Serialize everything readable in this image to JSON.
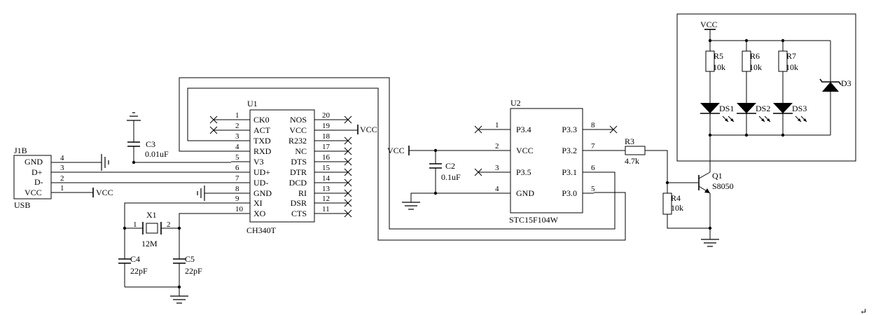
{
  "j1b": {
    "ref": "J1B",
    "name": "USB",
    "pins": [
      {
        "label": "GND",
        "num": "4"
      },
      {
        "label": "D+",
        "num": "3"
      },
      {
        "label": "D-",
        "num": "2"
      },
      {
        "label": "VCC",
        "num": "1"
      }
    ],
    "vcc_net": "VCC"
  },
  "u1": {
    "ref": "U1",
    "part": "CH340T",
    "left_pins": [
      {
        "num": "1",
        "label": "CK0"
      },
      {
        "num": "2",
        "label": "ACT"
      },
      {
        "num": "3",
        "label": "TXD"
      },
      {
        "num": "4",
        "label": "RXD"
      },
      {
        "num": "5",
        "label": "V3"
      },
      {
        "num": "6",
        "label": "UD+"
      },
      {
        "num": "7",
        "label": "UD-"
      },
      {
        "num": "8",
        "label": "GND"
      },
      {
        "num": "9",
        "label": "XI"
      },
      {
        "num": "10",
        "label": "XO"
      }
    ],
    "right_pins": [
      {
        "num": "20",
        "label": "NOS"
      },
      {
        "num": "19",
        "label": "VCC"
      },
      {
        "num": "18",
        "label": "R232"
      },
      {
        "num": "17",
        "label": "NC"
      },
      {
        "num": "16",
        "label": "DTS"
      },
      {
        "num": "15",
        "label": "DTR"
      },
      {
        "num": "14",
        "label": "DCD"
      },
      {
        "num": "13",
        "label": "RI"
      },
      {
        "num": "12",
        "label": "DSR"
      },
      {
        "num": "11",
        "label": "CTS"
      }
    ],
    "vcc_net": "VCC"
  },
  "c3": {
    "ref": "C3",
    "value": "0.01uF"
  },
  "x1": {
    "ref": "X1",
    "value": "12M",
    "pin1": "1",
    "pin2": "2"
  },
  "c4": {
    "ref": "C4",
    "value": "22pF"
  },
  "c5": {
    "ref": "C5",
    "value": "22pF"
  },
  "u2": {
    "ref": "U2",
    "part": "STC15F104W",
    "left_pins": [
      {
        "num": "1",
        "label": "P3.4"
      },
      {
        "num": "2",
        "label": "VCC"
      },
      {
        "num": "3",
        "label": "P3.5"
      },
      {
        "num": "4",
        "label": "GND"
      }
    ],
    "right_pins": [
      {
        "num": "8",
        "label": "P3.3"
      },
      {
        "num": "7",
        "label": "P3.2"
      },
      {
        "num": "6",
        "label": "P3.1"
      },
      {
        "num": "5",
        "label": "P3.0"
      }
    ],
    "vcc_net": "VCC"
  },
  "c2": {
    "ref": "C2",
    "value": "0.1uF"
  },
  "r3": {
    "ref": "R3",
    "value": "4.7k"
  },
  "r4": {
    "ref": "R4",
    "value": "10k"
  },
  "q1": {
    "ref": "Q1",
    "part": "S8050"
  },
  "led_panel": {
    "vcc_net": "VCC",
    "resistors": [
      {
        "ref": "R5",
        "value": "10k"
      },
      {
        "ref": "R6",
        "value": "10k"
      },
      {
        "ref": "R7",
        "value": "10k"
      }
    ],
    "leds": [
      {
        "ref": "DS1"
      },
      {
        "ref": "DS2"
      },
      {
        "ref": "DS3"
      }
    ],
    "zener": {
      "ref": "D3"
    }
  },
  "page_mark": "↵"
}
